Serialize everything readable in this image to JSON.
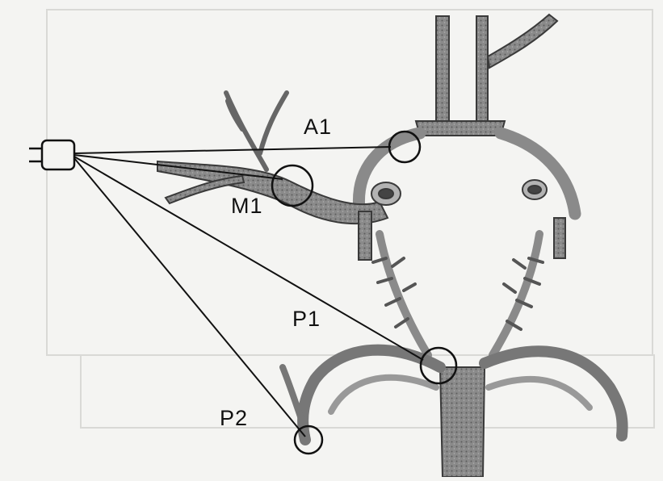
{
  "labels": {
    "a1": "A1",
    "m1": "M1",
    "p1": "P1",
    "p2": "P2"
  },
  "colors": {
    "vessel_fill": "#8d8d8d",
    "vessel_outline": "#3a3a3a",
    "line": "#111111",
    "background": "#f4f4f2"
  },
  "icons": {
    "probe": "ultrasound-probe-icon"
  }
}
